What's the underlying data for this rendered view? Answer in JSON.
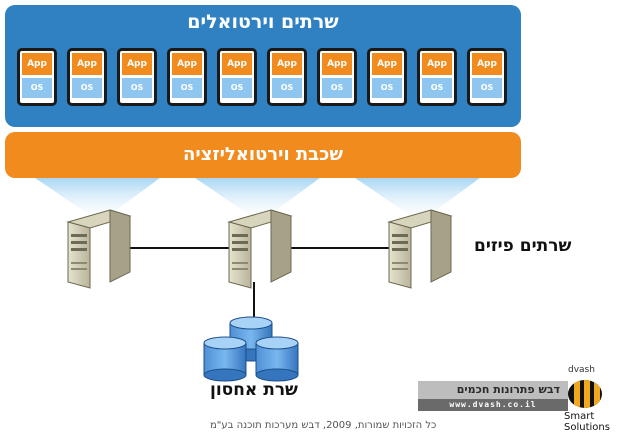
{
  "virtual_servers": {
    "title": "שרתים וירטואלים",
    "vm_app_label": "App",
    "vm_os_label": "OS",
    "vm_count": 10
  },
  "virtualization_layer": {
    "title": "שכבת וירטואליזציה"
  },
  "physical_servers": {
    "label": "שרתים פיזים",
    "count": 3
  },
  "storage": {
    "label": "שרת אחסון"
  },
  "footer": {
    "copyright": "כל הזכויות שמורות, 2009, דבש מערכות תוכנה בע\"מ",
    "logo_banner_text": "דבש פתרונות חכמים",
    "logo_url": "www.dvash.co.il",
    "logo_word": "dvash",
    "logo_tagline": "Smart Solutions"
  },
  "colors": {
    "vm_panel": "#2f81c2",
    "virt_layer": "#f28b1e",
    "app_block": "#f28b1e",
    "os_block": "#8fc6f0"
  }
}
